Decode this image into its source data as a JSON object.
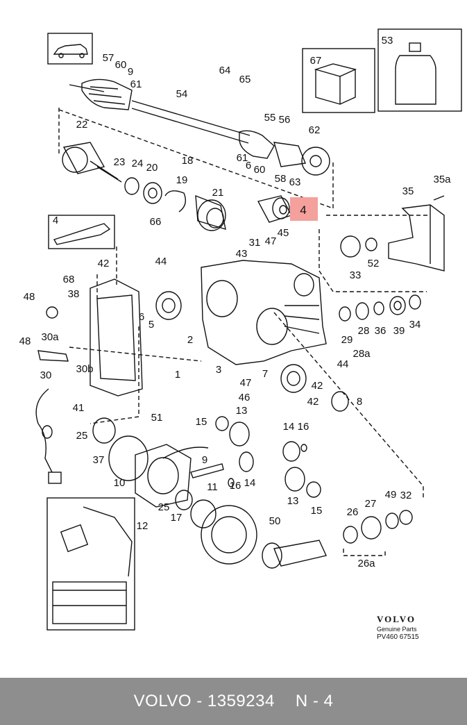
{
  "labels": [
    "57",
    "60",
    "9",
    "61",
    "54",
    "64",
    "65",
    "55",
    "56",
    "62",
    "22",
    "18",
    "23",
    "24",
    "20",
    "19",
    "21",
    "61",
    "6",
    "60",
    "58",
    "63",
    "4",
    "66",
    "43",
    "31",
    "47",
    "45",
    "35",
    "35a",
    "42",
    "44",
    "68",
    "38",
    "48",
    "30a",
    "6",
    "5",
    "2",
    "33",
    "52",
    "29",
    "28",
    "36",
    "39",
    "34",
    "28a",
    "48",
    "30b",
    "1",
    "3",
    "44",
    "7",
    "42",
    "30",
    "47",
    "46",
    "8",
    "41",
    "13",
    "42",
    "51",
    "15",
    "14",
    "16",
    "25",
    "37",
    "9",
    "11",
    "16",
    "14",
    "13",
    "10",
    "25",
    "17",
    "12",
    "15",
    "50",
    "26",
    "27",
    "49",
    "32",
    "26a",
    "53",
    "67"
  ],
  "highlight_label": "4",
  "highlight_color": "#f4a09c",
  "brand": {
    "logo": "VOLVO",
    "sub": "Genuine Parts",
    "code": "PV460 67515"
  },
  "footer": {
    "part": "VOLVO - 1359234",
    "ref": "N - 4",
    "background": "#8e8e8e"
  }
}
